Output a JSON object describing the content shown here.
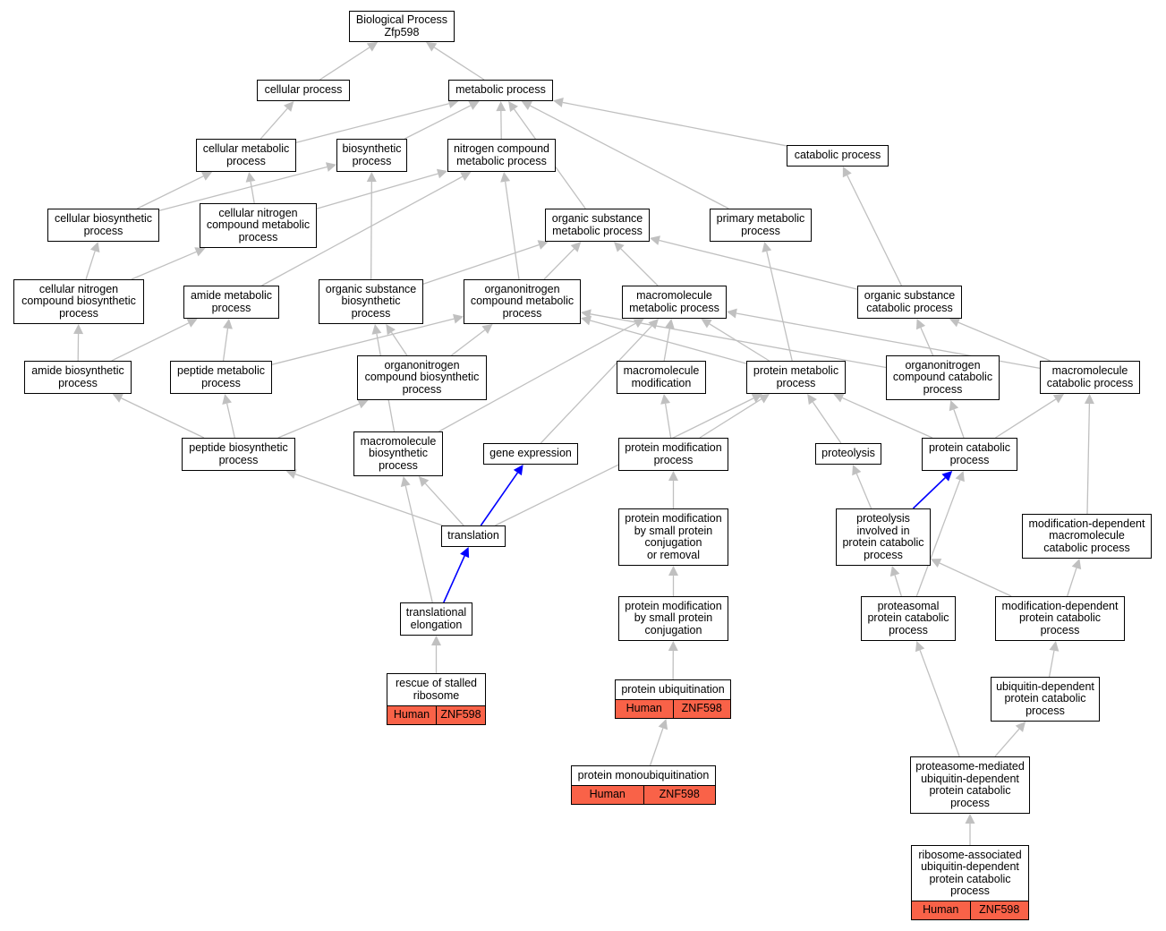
{
  "edge_colors": {
    "default": "#c0c0c0",
    "highlight": "#0000ff"
  },
  "annotation_color": "#f96248",
  "nodes": {
    "bp_root": {
      "label": "Biological Process\nZfp598"
    },
    "cellular_process": {
      "label": "cellular process"
    },
    "metabolic_process": {
      "label": "metabolic process"
    },
    "cellular_metabolic_process": {
      "label": "cellular metabolic\nprocess"
    },
    "biosynthetic_process": {
      "label": "biosynthetic\nprocess"
    },
    "nitrogen_compound_metabolic_process": {
      "label": "nitrogen compound\nmetabolic process"
    },
    "catabolic_process": {
      "label": "catabolic process"
    },
    "cellular_biosynthetic_process": {
      "label": "cellular biosynthetic\nprocess"
    },
    "cellular_nitrogen_compound_metabolic_process": {
      "label": "cellular nitrogen\ncompound metabolic\nprocess"
    },
    "organic_substance_metabolic_process": {
      "label": "organic substance\nmetabolic process"
    },
    "primary_metabolic_process": {
      "label": "primary metabolic\nprocess"
    },
    "cellular_nitrogen_compound_biosynthetic_process": {
      "label": "cellular nitrogen\ncompound biosynthetic\nprocess"
    },
    "amide_metabolic_process": {
      "label": "amide metabolic\nprocess"
    },
    "organic_substance_biosynthetic_process": {
      "label": "organic substance\nbiosynthetic\nprocess"
    },
    "organonitrogen_compound_metabolic_process": {
      "label": "organonitrogen\ncompound metabolic\nprocess"
    },
    "macromolecule_metabolic_process": {
      "label": "macromolecule\nmetabolic process"
    },
    "organic_substance_catabolic_process": {
      "label": "organic substance\ncatabolic process"
    },
    "amide_biosynthetic_process": {
      "label": "amide biosynthetic\nprocess"
    },
    "peptide_metabolic_process": {
      "label": "peptide metabolic\nprocess"
    },
    "organonitrogen_compound_biosynthetic_process": {
      "label": "organonitrogen\ncompound biosynthetic\nprocess"
    },
    "macromolecule_modification": {
      "label": "macromolecule\nmodification"
    },
    "protein_metabolic_process": {
      "label": "protein metabolic\nprocess"
    },
    "organonitrogen_compound_catabolic_process": {
      "label": "organonitrogen\ncompound catabolic\nprocess"
    },
    "macromolecule_catabolic_process": {
      "label": "macromolecule\ncatabolic process"
    },
    "peptide_biosynthetic_process": {
      "label": "peptide biosynthetic\nprocess"
    },
    "macromolecule_biosynthetic_process": {
      "label": "macromolecule\nbiosynthetic\nprocess"
    },
    "gene_expression": {
      "label": "gene expression"
    },
    "protein_modification_process": {
      "label": "protein modification\nprocess"
    },
    "proteolysis": {
      "label": "proteolysis"
    },
    "protein_catabolic_process": {
      "label": "protein catabolic\nprocess"
    },
    "translation": {
      "label": "translation"
    },
    "protein_modification_by_small_protein_conjugation_or_removal": {
      "label": "protein modification\nby small protein\nconjugation\nor removal"
    },
    "proteolysis_involved_in_protein_catabolic_process": {
      "label": "proteolysis\ninvolved in\nprotein catabolic\nprocess"
    },
    "modification_dependent_macromolecule_catabolic_process": {
      "label": "modification-dependent\nmacromolecule\ncatabolic process"
    },
    "translational_elongation": {
      "label": "translational\nelongation"
    },
    "protein_modification_by_small_protein_conjugation": {
      "label": "protein modification\nby small protein\nconjugation"
    },
    "proteasomal_protein_catabolic_process": {
      "label": "proteasomal\nprotein catabolic\nprocess"
    },
    "modification_dependent_protein_catabolic_process": {
      "label": "modification-dependent\nprotein catabolic\nprocess"
    },
    "rescue_of_stalled_ribosome": {
      "label": "rescue of stalled\nribosome",
      "species": "Human",
      "gene": "ZNF598"
    },
    "protein_ubiquitination": {
      "label": "protein ubiquitination",
      "species": "Human",
      "gene": "ZNF598"
    },
    "ubiquitin_dependent_protein_catabolic_process": {
      "label": "ubiquitin-dependent\nprotein catabolic\nprocess"
    },
    "protein_monoubiquitination": {
      "label": "protein monoubiquitination",
      "species": "Human",
      "gene": "ZNF598"
    },
    "proteasome_mediated_ubiquitin_dependent_protein_catabolic_process": {
      "label": "proteasome-mediated\nubiquitin-dependent\nprotein catabolic\nprocess"
    },
    "ribosome_associated_ubiquitin_dependent_protein_catabolic_process": {
      "label": "ribosome-associated\nubiquitin-dependent\nprotein catabolic\nprocess",
      "species": "Human",
      "gene": "ZNF598"
    }
  },
  "edges": [
    {
      "from": "cellular_process",
      "to": "bp_root"
    },
    {
      "from": "metabolic_process",
      "to": "bp_root"
    },
    {
      "from": "cellular_metabolic_process",
      "to": "cellular_process"
    },
    {
      "from": "cellular_metabolic_process",
      "to": "metabolic_process"
    },
    {
      "from": "biosynthetic_process",
      "to": "metabolic_process"
    },
    {
      "from": "nitrogen_compound_metabolic_process",
      "to": "metabolic_process"
    },
    {
      "from": "catabolic_process",
      "to": "metabolic_process"
    },
    {
      "from": "organic_substance_metabolic_process",
      "to": "metabolic_process"
    },
    {
      "from": "primary_metabolic_process",
      "to": "metabolic_process"
    },
    {
      "from": "cellular_biosynthetic_process",
      "to": "cellular_metabolic_process"
    },
    {
      "from": "cellular_biosynthetic_process",
      "to": "biosynthetic_process"
    },
    {
      "from": "cellular_nitrogen_compound_metabolic_process",
      "to": "cellular_metabolic_process"
    },
    {
      "from": "cellular_nitrogen_compound_metabolic_process",
      "to": "nitrogen_compound_metabolic_process"
    },
    {
      "from": "cellular_nitrogen_compound_biosynthetic_process",
      "to": "cellular_biosynthetic_process"
    },
    {
      "from": "cellular_nitrogen_compound_biosynthetic_process",
      "to": "cellular_nitrogen_compound_metabolic_process"
    },
    {
      "from": "amide_metabolic_process",
      "to": "nitrogen_compound_metabolic_process"
    },
    {
      "from": "organic_substance_biosynthetic_process",
      "to": "biosynthetic_process"
    },
    {
      "from": "organic_substance_biosynthetic_process",
      "to": "organic_substance_metabolic_process"
    },
    {
      "from": "organonitrogen_compound_metabolic_process",
      "to": "nitrogen_compound_metabolic_process"
    },
    {
      "from": "organonitrogen_compound_metabolic_process",
      "to": "organic_substance_metabolic_process"
    },
    {
      "from": "macromolecule_metabolic_process",
      "to": "organic_substance_metabolic_process"
    },
    {
      "from": "organic_substance_catabolic_process",
      "to": "catabolic_process"
    },
    {
      "from": "organic_substance_catabolic_process",
      "to": "organic_substance_metabolic_process"
    },
    {
      "from": "amide_biosynthetic_process",
      "to": "cellular_nitrogen_compound_biosynthetic_process"
    },
    {
      "from": "amide_biosynthetic_process",
      "to": "amide_metabolic_process"
    },
    {
      "from": "peptide_metabolic_process",
      "to": "amide_metabolic_process"
    },
    {
      "from": "peptide_metabolic_process",
      "to": "organonitrogen_compound_metabolic_process"
    },
    {
      "from": "organonitrogen_compound_biosynthetic_process",
      "to": "organic_substance_biosynthetic_process"
    },
    {
      "from": "organonitrogen_compound_biosynthetic_process",
      "to": "organonitrogen_compound_metabolic_process"
    },
    {
      "from": "macromolecule_modification",
      "to": "macromolecule_metabolic_process"
    },
    {
      "from": "protein_metabolic_process",
      "to": "primary_metabolic_process"
    },
    {
      "from": "protein_metabolic_process",
      "to": "organonitrogen_compound_metabolic_process"
    },
    {
      "from": "protein_metabolic_process",
      "to": "macromolecule_metabolic_process"
    },
    {
      "from": "organonitrogen_compound_catabolic_process",
      "to": "organic_substance_catabolic_process"
    },
    {
      "from": "organonitrogen_compound_catabolic_process",
      "to": "organonitrogen_compound_metabolic_process"
    },
    {
      "from": "macromolecule_catabolic_process",
      "to": "organic_substance_catabolic_process"
    },
    {
      "from": "macromolecule_catabolic_process",
      "to": "macromolecule_metabolic_process"
    },
    {
      "from": "peptide_biosynthetic_process",
      "to": "amide_biosynthetic_process"
    },
    {
      "from": "peptide_biosynthetic_process",
      "to": "peptide_metabolic_process"
    },
    {
      "from": "peptide_biosynthetic_process",
      "to": "organonitrogen_compound_biosynthetic_process"
    },
    {
      "from": "macromolecule_biosynthetic_process",
      "to": "organic_substance_biosynthetic_process"
    },
    {
      "from": "macromolecule_biosynthetic_process",
      "to": "macromolecule_metabolic_process"
    },
    {
      "from": "gene_expression",
      "to": "macromolecule_metabolic_process"
    },
    {
      "from": "protein_modification_process",
      "to": "macromolecule_modification"
    },
    {
      "from": "protein_modification_process",
      "to": "protein_metabolic_process"
    },
    {
      "from": "proteolysis",
      "to": "protein_metabolic_process"
    },
    {
      "from": "protein_catabolic_process",
      "to": "protein_metabolic_process"
    },
    {
      "from": "protein_catabolic_process",
      "to": "organonitrogen_compound_catabolic_process"
    },
    {
      "from": "protein_catabolic_process",
      "to": "macromolecule_catabolic_process"
    },
    {
      "from": "translation",
      "to": "peptide_biosynthetic_process"
    },
    {
      "from": "translation",
      "to": "macromolecule_biosynthetic_process"
    },
    {
      "from": "translation",
      "to": "gene_expression",
      "highlight": true
    },
    {
      "from": "translation",
      "to": "protein_metabolic_process"
    },
    {
      "from": "protein_modification_by_small_protein_conjugation_or_removal",
      "to": "protein_modification_process"
    },
    {
      "from": "proteolysis_involved_in_protein_catabolic_process",
      "to": "proteolysis"
    },
    {
      "from": "proteolysis_involved_in_protein_catabolic_process",
      "to": "protein_catabolic_process",
      "highlight": true
    },
    {
      "from": "modification_dependent_macromolecule_catabolic_process",
      "to": "macromolecule_catabolic_process"
    },
    {
      "from": "translational_elongation",
      "to": "translation",
      "highlight": true
    },
    {
      "from": "translational_elongation",
      "to": "macromolecule_biosynthetic_process"
    },
    {
      "from": "protein_modification_by_small_protein_conjugation",
      "to": "protein_modification_by_small_protein_conjugation_or_removal"
    },
    {
      "from": "proteasomal_protein_catabolic_process",
      "to": "proteolysis_involved_in_protein_catabolic_process"
    },
    {
      "from": "proteasomal_protein_catabolic_process",
      "to": "protein_catabolic_process"
    },
    {
      "from": "modification_dependent_protein_catabolic_process",
      "to": "proteolysis_involved_in_protein_catabolic_process"
    },
    {
      "from": "modification_dependent_protein_catabolic_process",
      "to": "modification_dependent_macromolecule_catabolic_process"
    },
    {
      "from": "rescue_of_stalled_ribosome",
      "to": "translational_elongation"
    },
    {
      "from": "protein_ubiquitination",
      "to": "protein_modification_by_small_protein_conjugation"
    },
    {
      "from": "ubiquitin_dependent_protein_catabolic_process",
      "to": "modification_dependent_protein_catabolic_process"
    },
    {
      "from": "protein_monoubiquitination",
      "to": "protein_ubiquitination"
    },
    {
      "from": "proteasome_mediated_ubiquitin_dependent_protein_catabolic_process",
      "to": "proteasomal_protein_catabolic_process"
    },
    {
      "from": "proteasome_mediated_ubiquitin_dependent_protein_catabolic_process",
      "to": "ubiquitin_dependent_protein_catabolic_process"
    },
    {
      "from": "ribosome_associated_ubiquitin_dependent_protein_catabolic_process",
      "to": "proteasome_mediated_ubiquitin_dependent_protein_catabolic_process"
    }
  ]
}
